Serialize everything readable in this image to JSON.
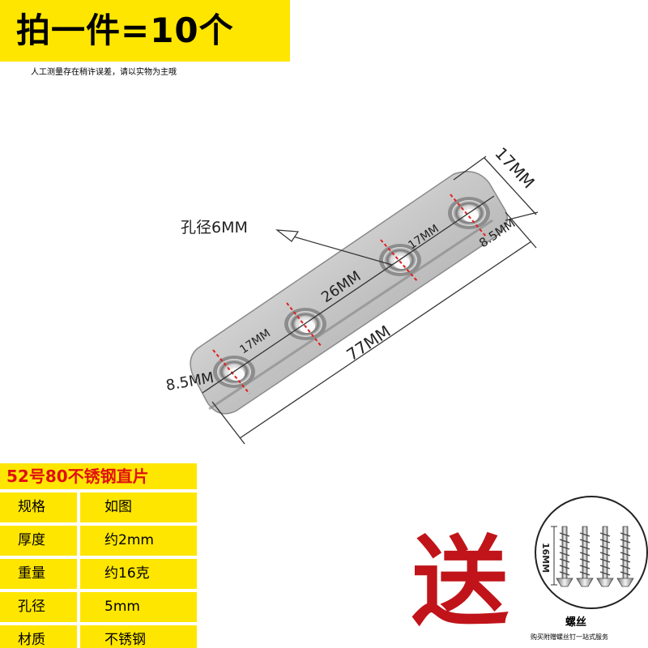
{
  "banner": {
    "title": "拍一件=10个"
  },
  "disclaimer": "人工测量存在稍许误差，请以实物为主哦",
  "diagram": {
    "hole_label": "孔径6MM",
    "dim_width": "17MM",
    "dim_end_right": "8.5MM",
    "dim_end_left": "8.5MM",
    "dim_gap_17_right": "17MM",
    "dim_gap_17_left": "17MM",
    "dim_center": "26MM",
    "dim_length": "77MM"
  },
  "specs": {
    "title": "52号80不锈钢直片",
    "rows": [
      {
        "key": "规格",
        "value": "如图"
      },
      {
        "key": "厚度",
        "value": "约2mm"
      },
      {
        "key": "重量",
        "value": "约16克"
      },
      {
        "key": "孔径",
        "value": "5mm"
      },
      {
        "key": "材质",
        "value": "不锈钢"
      }
    ]
  },
  "gift": {
    "label": "送",
    "screw_size": "16MM",
    "screw_name": "螺丝",
    "screw_note": "购买附赠螺丝钉一站式服务"
  }
}
